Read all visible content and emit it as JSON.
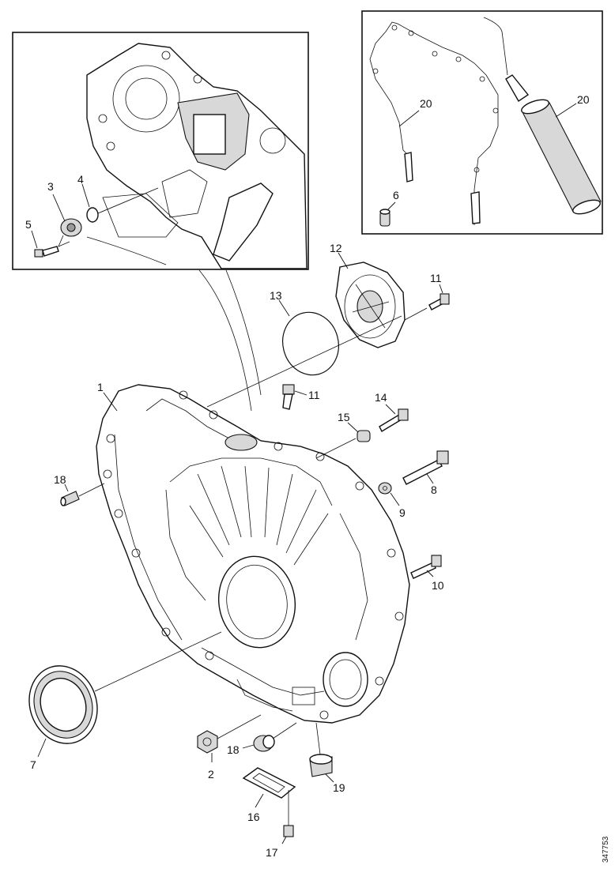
{
  "labels": {
    "p1": "1",
    "p2": "2",
    "p3": "3",
    "p4": "4",
    "p5": "5",
    "p6": "6",
    "p7": "7",
    "p8": "8",
    "p9": "9",
    "p10": "10",
    "p11a": "11",
    "p11b": "11",
    "p12": "12",
    "p13": "13",
    "p14": "14",
    "p15": "15",
    "p16": "16",
    "p17": "17",
    "p18a": "18",
    "p18b": "18",
    "p19": "19",
    "p20a": "20",
    "p20b": "20"
  },
  "figure_ref": "347753"
}
